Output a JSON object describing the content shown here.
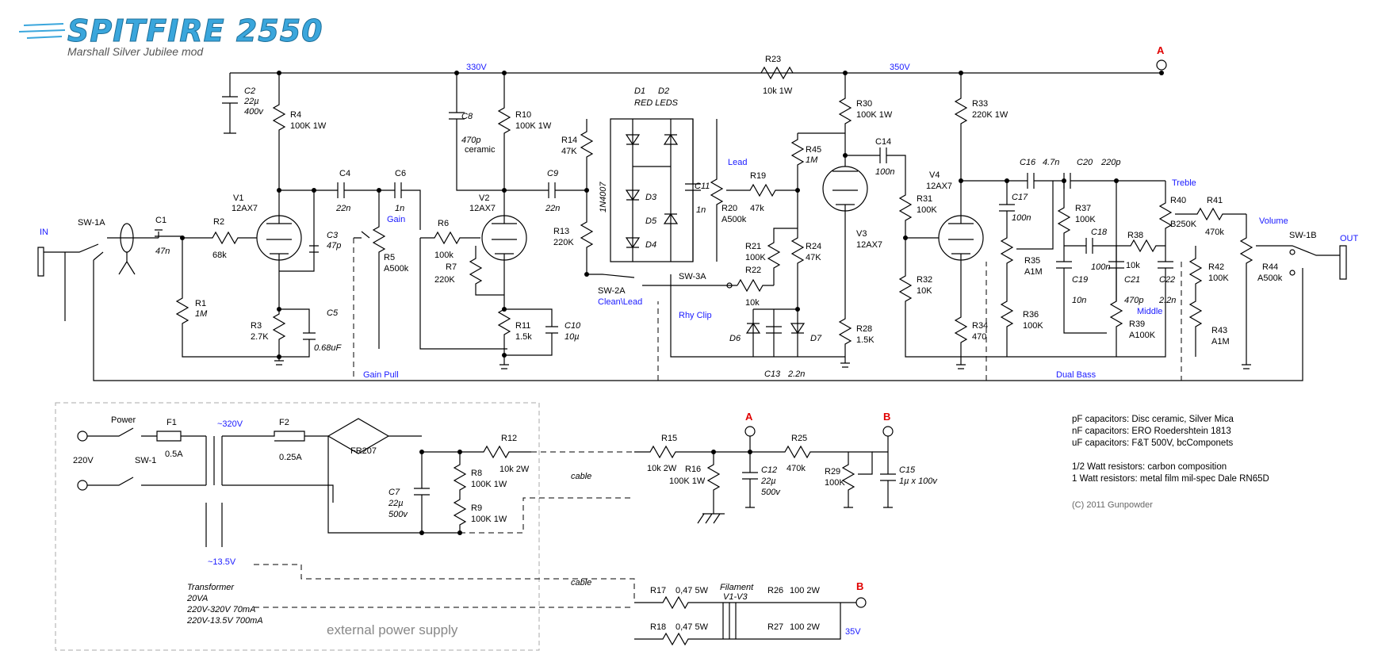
{
  "header": {
    "title": "SPITFIRE 2550",
    "subtitle": "Marshall Silver Jubilee mod"
  },
  "rails": {
    "v330": "330V",
    "v350": "350V",
    "v320": "~320V",
    "v13": "~13.5V",
    "v35": "35V",
    "mains": "220V"
  },
  "nodes": {
    "a": "A",
    "b": "B"
  },
  "io": {
    "in": "IN",
    "out": "OUT"
  },
  "tubes": {
    "v1": {
      "name": "V1",
      "type": "12AX7"
    },
    "v2": {
      "name": "V2",
      "type": "12AX7"
    },
    "v3": {
      "name": "V3",
      "type": "12AX7"
    },
    "v4": {
      "name": "V4",
      "type": "12AX7"
    }
  },
  "switches": {
    "sw1a": "SW-1A",
    "sw1b": "SW-1B",
    "sw2a": "SW-2A",
    "sw3a": "SW-3A",
    "sw1": "SW-1",
    "power": "Power",
    "clean_lead": "Clean\\Lead",
    "rhy_clip": "Rhy Clip",
    "gain_pull": "Gain Pull",
    "dual_bass": "Dual Bass"
  },
  "controls": {
    "gain": "Gain",
    "lead": "Lead",
    "treble": "Treble",
    "middle": "Middle",
    "volume": "Volume"
  },
  "resistors": {
    "r1": [
      "R1",
      "1M"
    ],
    "r2": [
      "R2",
      "68k"
    ],
    "r3": [
      "R3",
      "2.7K"
    ],
    "r4": [
      "R4",
      "100K 1W"
    ],
    "r5": [
      "R5",
      "A500k"
    ],
    "r6": [
      "R6",
      "100k"
    ],
    "r7": [
      "R7",
      "220K"
    ],
    "r10": [
      "R10",
      "100K 1W"
    ],
    "r11": [
      "R11",
      "1.5k"
    ],
    "r13": [
      "R13",
      "220K"
    ],
    "r14": [
      "R14",
      "47K"
    ],
    "r19": [
      "R19",
      "47k"
    ],
    "r20": [
      "R20",
      "A500k"
    ],
    "r21": [
      "R21",
      "100K"
    ],
    "r22": [
      "R22",
      "10k"
    ],
    "r23": [
      "R23",
      "10k 1W"
    ],
    "r24": [
      "R24",
      "47K"
    ],
    "r28": [
      "R28",
      "1.5K"
    ],
    "r30": [
      "R30",
      "100K 1W"
    ],
    "r31": [
      "R31",
      "100K"
    ],
    "r32": [
      "R32",
      "10K"
    ],
    "r33": [
      "R33",
      "220K 1W"
    ],
    "r34": [
      "R34",
      "470"
    ],
    "r35": [
      "R35",
      "A1M"
    ],
    "r36": [
      "R36",
      "100K"
    ],
    "r37": [
      "R37",
      "100K"
    ],
    "r38": [
      "R38",
      "10k"
    ],
    "r39": [
      "R39",
      "A100K"
    ],
    "r40": [
      "R40",
      "B250K"
    ],
    "r41": [
      "R41",
      "470k"
    ],
    "r42": [
      "R42",
      "100K"
    ],
    "r43": [
      "R43",
      "A1M"
    ],
    "r44": [
      "R44",
      "A500k"
    ],
    "r45": [
      "R45",
      "1M"
    ],
    "r8": [
      "R8",
      "100K 1W"
    ],
    "r9": [
      "R9",
      "100K 1W"
    ],
    "r12": [
      "R12",
      "10k 2W"
    ],
    "r15": [
      "R15",
      "10k 2W"
    ],
    "r16": [
      "R16",
      "100K 1W"
    ],
    "r17": [
      "R17",
      "0,47 5W"
    ],
    "r18": [
      "R18",
      "0,47 5W"
    ],
    "r25": [
      "R25",
      "470k"
    ],
    "r26": [
      "R26",
      "100 2W"
    ],
    "r27": [
      "R27",
      "100 2W"
    ],
    "r29": [
      "R29",
      "100K"
    ]
  },
  "capacitors": {
    "c1": [
      "C1",
      "47n"
    ],
    "c2": [
      "C2",
      "22µ",
      "400v"
    ],
    "c3": [
      "C3",
      "47p"
    ],
    "c4": [
      "C4",
      "22n"
    ],
    "c5": [
      "C5",
      "0.68uF"
    ],
    "c6": [
      "C6",
      "1n"
    ],
    "c7": [
      "C7",
      "22µ",
      "500v"
    ],
    "c8": [
      "C8",
      "470p",
      "ceramic"
    ],
    "c9": [
      "C9",
      "22n"
    ],
    "c10": [
      "C10",
      "10µ"
    ],
    "c11": [
      "C11",
      "1n"
    ],
    "c12": [
      "C12",
      "22µ",
      "500v"
    ],
    "c13": [
      "C13",
      "2.2n"
    ],
    "c14": [
      "C14",
      "100n"
    ],
    "c15": [
      "C15",
      "1µ x 100v"
    ],
    "c16": [
      "C16",
      "4.7n"
    ],
    "c17": [
      "C17",
      "100n"
    ],
    "c18": [
      "C18",
      "100n"
    ],
    "c19": [
      "C19",
      "10n"
    ],
    "c20": [
      "C20",
      "220p"
    ],
    "c21": [
      "C21",
      "470p"
    ],
    "c22": [
      "C22",
      "2.2n"
    ]
  },
  "diodes": {
    "d1": "D1",
    "d2": "D2",
    "red_leds": "RED LEDS",
    "n4007": "1N4007",
    "d3": "D3",
    "d4": "D4",
    "d5": "D5",
    "d6": "D6",
    "d7": "D7",
    "bridge": "FR207"
  },
  "fuses": {
    "f1": [
      "F1",
      "0.5A"
    ],
    "f2": [
      "F2",
      "0.25A"
    ]
  },
  "power_supply": {
    "label": "external power supply",
    "cable": "cable",
    "transformer": [
      "Transformer",
      "20VA",
      "220V-320V  70mA",
      "220V-13.5V  700mA"
    ],
    "filament": [
      "Filament",
      "V1-V3"
    ]
  },
  "notes": [
    "pF capacitors: Disc ceramic, Silver Mica",
    "nF capacitors: ERO Roedershtein 1813",
    "uF capacitors: F&T 500V, bcComponets",
    "",
    "1/2 Watt resistors: carbon composition",
    "1 Watt resistors: metal film mil-spec Dale RN65D"
  ],
  "copyright": "(C) 2011 Gunpowder",
  "colors": {
    "accent_blue": "#1a1aff",
    "node_red": "#e00000",
    "logo": "#3aa6dc"
  }
}
